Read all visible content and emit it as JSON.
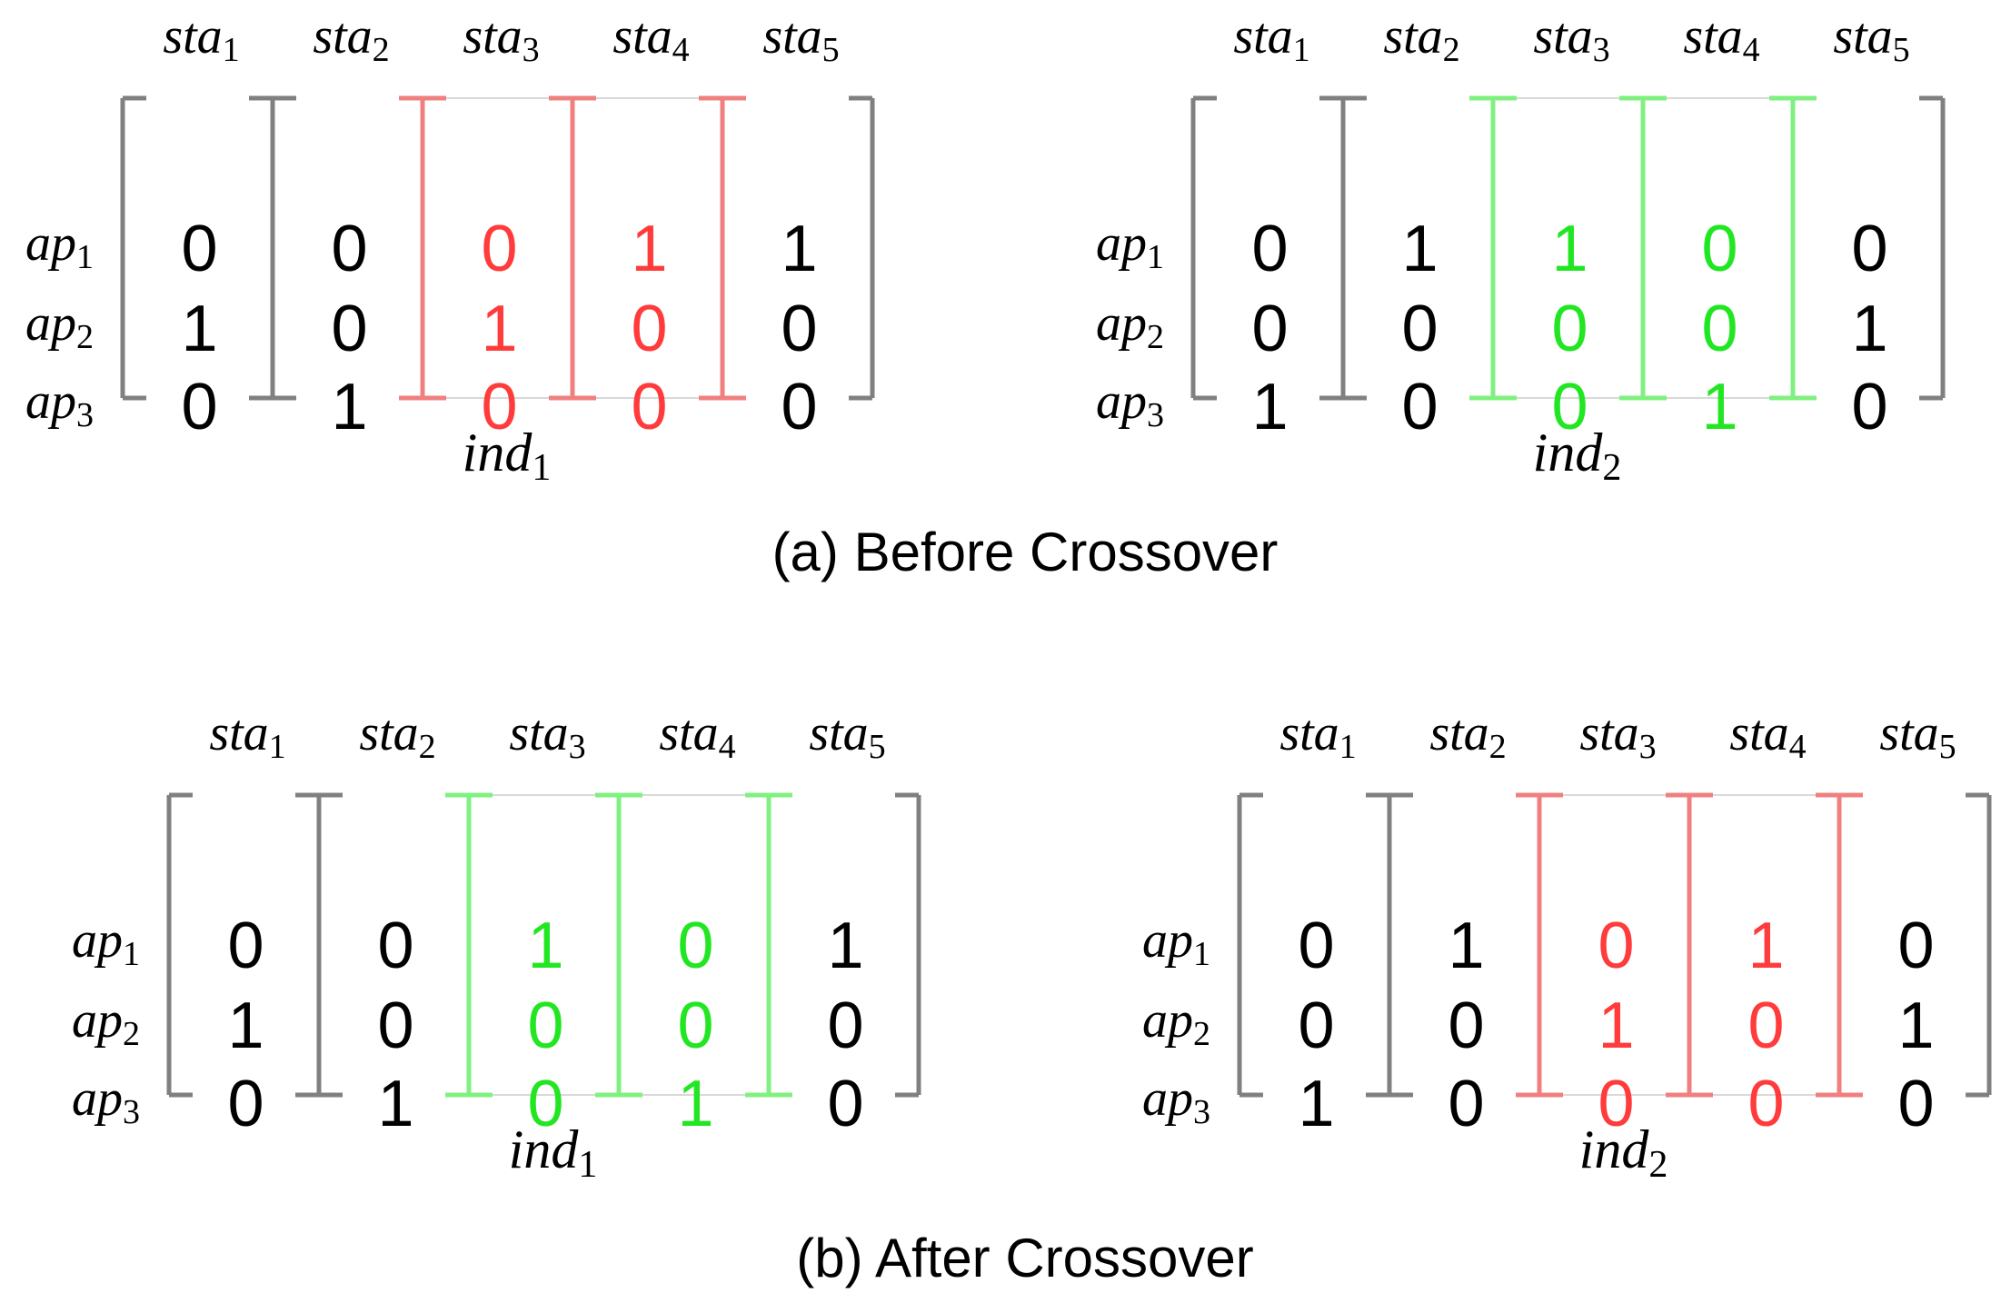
{
  "colors": {
    "bracket": "#808080",
    "text": "#000000",
    "red": "#ff3b3b",
    "red_bracket": "#f08080",
    "green": "#22e622",
    "green_bracket": "#80f080",
    "highlight_edge": "#d9d9d9"
  },
  "panels": [
    {
      "caption": "(a) Before Crossover",
      "matrices": [
        {
          "label": "ind",
          "label_sub": "1",
          "columns": [
            {
              "name": "sta",
              "sub": "1"
            },
            {
              "name": "sta",
              "sub": "2"
            },
            {
              "name": "sta",
              "sub": "3"
            },
            {
              "name": "sta",
              "sub": "4"
            },
            {
              "name": "sta",
              "sub": "5"
            }
          ],
          "rows": [
            {
              "name": "ap",
              "sub": "1"
            },
            {
              "name": "ap",
              "sub": "2"
            },
            {
              "name": "ap",
              "sub": "3"
            }
          ],
          "values": [
            [
              "0",
              "0",
              "0",
              "1",
              "1"
            ],
            [
              "1",
              "0",
              "1",
              "0",
              "0"
            ],
            [
              "0",
              "1",
              "0",
              "0",
              "0"
            ]
          ],
          "highlight": "red"
        },
        {
          "label": "ind",
          "label_sub": "2",
          "columns": [
            {
              "name": "sta",
              "sub": "1"
            },
            {
              "name": "sta",
              "sub": "2"
            },
            {
              "name": "sta",
              "sub": "3"
            },
            {
              "name": "sta",
              "sub": "4"
            },
            {
              "name": "sta",
              "sub": "5"
            }
          ],
          "rows": [
            {
              "name": "ap",
              "sub": "1"
            },
            {
              "name": "ap",
              "sub": "2"
            },
            {
              "name": "ap",
              "sub": "3"
            }
          ],
          "values": [
            [
              "0",
              "1",
              "1",
              "0",
              "0"
            ],
            [
              "0",
              "0",
              "0",
              "0",
              "1"
            ],
            [
              "1",
              "0",
              "0",
              "1",
              "0"
            ]
          ],
          "highlight": "green"
        }
      ]
    },
    {
      "caption": "(b) After Crossover",
      "matrices": [
        {
          "label": "ind",
          "label_sub": "1",
          "columns": [
            {
              "name": "sta",
              "sub": "1"
            },
            {
              "name": "sta",
              "sub": "2"
            },
            {
              "name": "sta",
              "sub": "3"
            },
            {
              "name": "sta",
              "sub": "4"
            },
            {
              "name": "sta",
              "sub": "5"
            }
          ],
          "rows": [
            {
              "name": "ap",
              "sub": "1"
            },
            {
              "name": "ap",
              "sub": "2"
            },
            {
              "name": "ap",
              "sub": "3"
            }
          ],
          "values": [
            [
              "0",
              "0",
              "1",
              "0",
              "1"
            ],
            [
              "1",
              "0",
              "0",
              "0",
              "0"
            ],
            [
              "0",
              "1",
              "0",
              "1",
              "0"
            ]
          ],
          "highlight": "green"
        },
        {
          "label": "ind",
          "label_sub": "2",
          "columns": [
            {
              "name": "sta",
              "sub": "1"
            },
            {
              "name": "sta",
              "sub": "2"
            },
            {
              "name": "sta",
              "sub": "3"
            },
            {
              "name": "sta",
              "sub": "4"
            },
            {
              "name": "sta",
              "sub": "5"
            }
          ],
          "rows": [
            {
              "name": "ap",
              "sub": "1"
            },
            {
              "name": "ap",
              "sub": "2"
            },
            {
              "name": "ap",
              "sub": "3"
            }
          ],
          "values": [
            [
              "0",
              "1",
              "0",
              "1",
              "0"
            ],
            [
              "0",
              "0",
              "1",
              "0",
              "1"
            ],
            [
              "1",
              "0",
              "0",
              "0",
              "0"
            ]
          ],
          "highlight": "red"
        }
      ]
    }
  ]
}
